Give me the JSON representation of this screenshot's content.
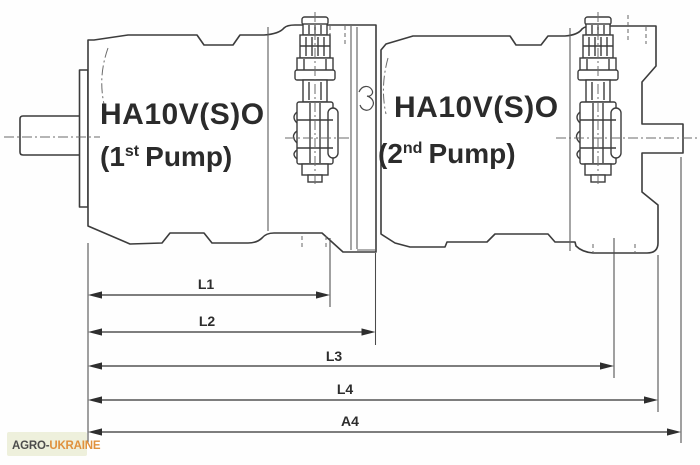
{
  "drawing": {
    "pumps": [
      {
        "model": "HA10V(S)O",
        "ordinal_open": "(1",
        "ordinal_sup": "st",
        "ordinal_rest": "Pump)"
      },
      {
        "model": "HA10V(S)O",
        "ordinal_open": "(2",
        "ordinal_sup": "nd",
        "ordinal_rest": "Pump)"
      }
    ],
    "dimension_labels": [
      "L1",
      "L2",
      "L3",
      "L4",
      "A4"
    ],
    "line_color": "#3c3c3c"
  },
  "watermark": {
    "prefix": "AGRO-",
    "suffix": "UKRAINE",
    "prefix_color": "#4d4d4d",
    "suffix_color": "#e0913d",
    "bg_color": "#eef0dc"
  }
}
